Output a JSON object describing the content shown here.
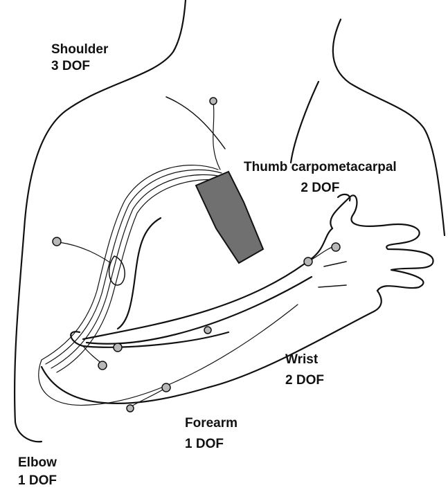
{
  "colors": {
    "stroke": "#111111",
    "sensor_fill": "#b8b8b8",
    "pad_fill": "#707070",
    "background": "#ffffff"
  },
  "labels": {
    "shoulder": {
      "name": "Shoulder",
      "dof": "3 DOF"
    },
    "thumb": {
      "name": "Thumb carpometacarpal",
      "dof": "2 DOF"
    },
    "wrist": {
      "name": "Wrist",
      "dof": "2 DOF"
    },
    "forearm": {
      "name": "Forearm",
      "dof": "1 DOF"
    },
    "elbow": {
      "name": "Elbow",
      "dof": "1 DOF"
    }
  }
}
